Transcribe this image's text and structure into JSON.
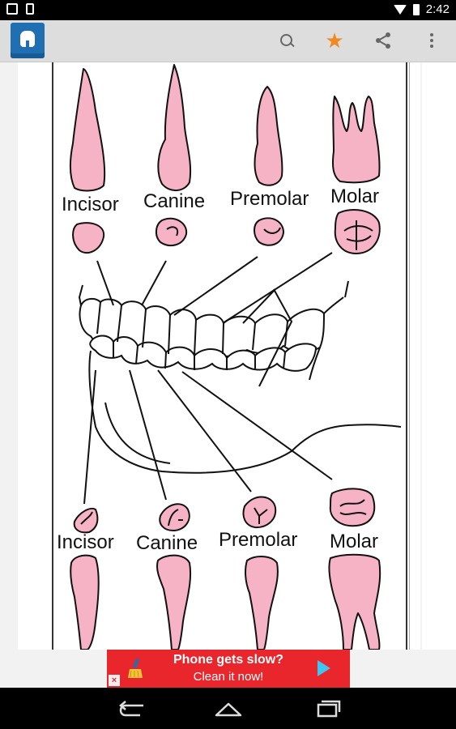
{
  "status_bar": {
    "time": "2:42"
  },
  "action_bar": {
    "app_icon": "tooth-app-icon",
    "actions": [
      "search-icon",
      "star-icon",
      "share-icon",
      "overflow-menu-icon"
    ],
    "star_color": "#f08a1e"
  },
  "diagram": {
    "top_labels": [
      "Incisor",
      "Canine",
      "Premolar",
      "Molar"
    ],
    "bottom_labels": [
      "Incisor",
      "Canine",
      "Premolar",
      "Molar"
    ],
    "tooth_fill": "#f7b3c6"
  },
  "ad": {
    "line1": "Phone gets slow?",
    "line2": "Clean it now!",
    "close": "×",
    "background": "#e8262c"
  },
  "nav_bar": {
    "buttons": [
      "back-icon",
      "home-icon",
      "recent-apps-icon"
    ]
  }
}
